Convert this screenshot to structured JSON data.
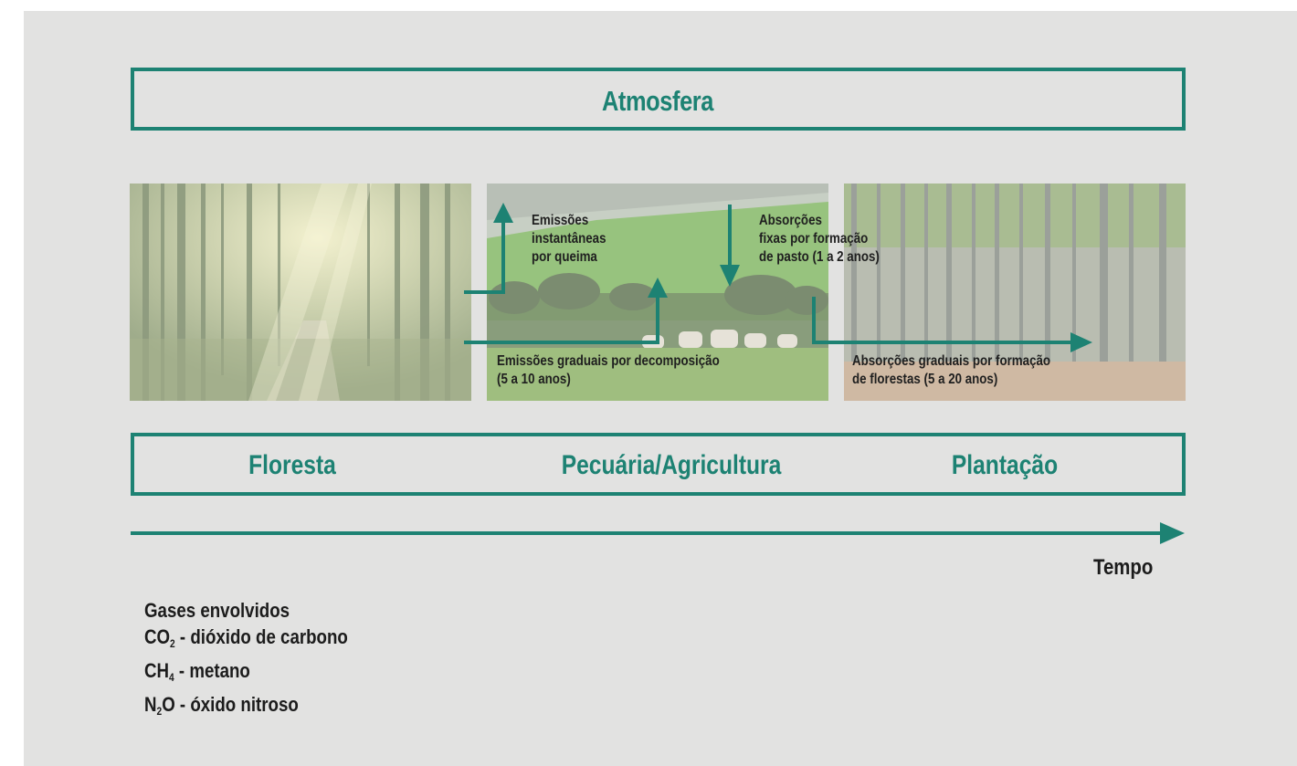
{
  "atmosphere": {
    "label": "Atmosfera"
  },
  "categories": [
    {
      "label": "Floresta"
    },
    {
      "label": "Pecuária/Agricultura"
    },
    {
      "label": "Plantação"
    }
  ],
  "flows": {
    "instant_emission": [
      "Emissões",
      "instantâneas",
      "por queima"
    ],
    "fixed_absorption": [
      "Absorções",
      "fixas por formação",
      "de pasto (1 a 2 anos)"
    ],
    "gradual_emission": [
      "Emissões graduais por decomposição",
      "(5 a 10 anos)"
    ],
    "gradual_absorption": [
      "Absorções graduais por formação",
      "de florestas (5 a 20 anos)"
    ]
  },
  "time_axis": {
    "label": "Tempo"
  },
  "gases": {
    "heading": "Gases envolvidos",
    "items": [
      {
        "base": "CO",
        "sub": "2",
        "rest": " - dióxido de carbono"
      },
      {
        "base": "CH",
        "sub": "4",
        "rest": " - metano"
      },
      {
        "base": "N",
        "sub": "2",
        "rest": "O - óxido nitroso"
      }
    ]
  },
  "colors": {
    "accent": "#1d8273",
    "background": "#e2e2e1"
  }
}
